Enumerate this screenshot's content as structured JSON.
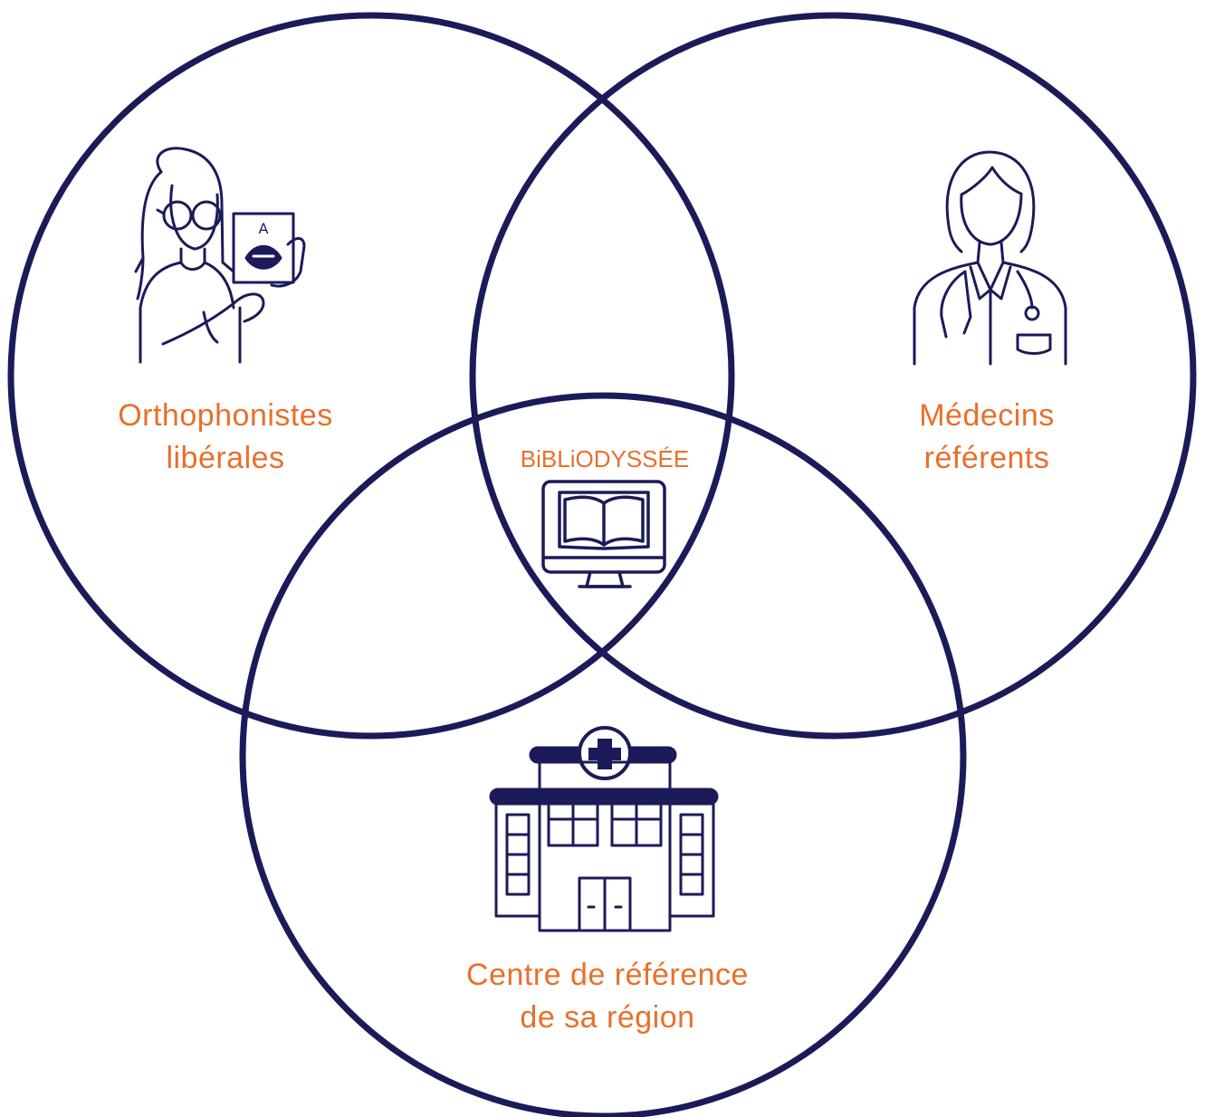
{
  "colors": {
    "circle_stroke": "#1b1b5a",
    "label_text": "#e8702a",
    "icon_stroke": "#1b1b5a",
    "background": "#ffffff"
  },
  "venn": {
    "circles": [
      {
        "id": "orthophonistes",
        "label_lines": [
          "Orthophonistes",
          "libérales"
        ],
        "icon": "speech-therapist-icon"
      },
      {
        "id": "medecins",
        "label_lines": [
          "Médecins",
          "référents"
        ],
        "icon": "doctor-icon"
      },
      {
        "id": "centre",
        "label_lines": [
          "Centre de référence",
          "de sa région"
        ],
        "icon": "hospital-icon"
      }
    ],
    "center": {
      "label": "BiBLiODYSSÉE",
      "icon": "computer-book-icon"
    }
  }
}
